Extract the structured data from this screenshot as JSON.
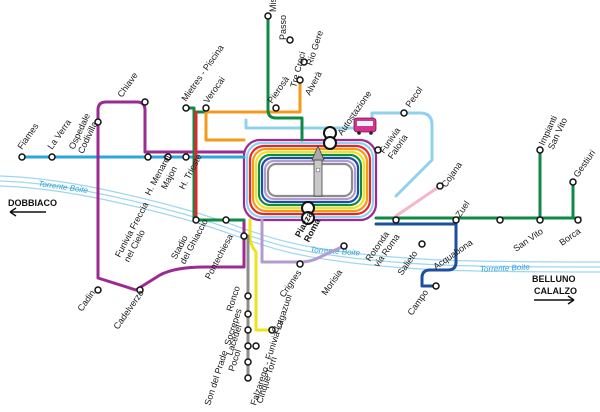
{
  "colors": {
    "cyan": "#2aa7e0",
    "lightblue": "#8fd1ef",
    "purple": "#9b2a91",
    "green": "#0e8a45",
    "red": "#e3262c",
    "orange": "#f39a1c",
    "yellow": "#f2e21c",
    "gray": "#8c8c8c",
    "lavender": "#b39bd0",
    "pink": "#f6b6c8",
    "darkblue": "#1d4fa0",
    "river": "#9fd7ef"
  },
  "rivers": [
    "Torrente Boite",
    "Torrente Boite",
    "Torrente Boite"
  ],
  "directions": {
    "west": "DOBBIACO",
    "east_line1": "BELLUNO",
    "east_line2": "CALALZO"
  },
  "hub_label": [
    "Piazza",
    "Roma"
  ],
  "stops": {
    "fiames": "Fiames",
    "la_verra": "La Verra",
    "ospedale": [
      "Ospedale",
      "Codivilla"
    ],
    "chiave": "Chiave",
    "menardi": "H. Menardi",
    "majon": "Majon",
    "trieste": "H. Trieste",
    "mietres": "Mietres - Piscina",
    "verocai": "Verocai",
    "pierosa": "Pierosà",
    "misurina": "Misurina",
    "passo": "Passo",
    "tre_croci": "Tre Croci",
    "rio_gere": "Rio Gere",
    "alvera": "Alverà",
    "autostazione": "Autostazione",
    "funivia_faloria": [
      "Funivia",
      "Faloria"
    ],
    "pecol": "Pecol",
    "cojana": "Cojana",
    "impianti": [
      "Impianti",
      "San Vito"
    ],
    "gestiuri": "Gestiuri",
    "funivia_freccia": [
      "Funivia Freccia",
      "nel Cielo"
    ],
    "stadio": [
      "Stadio",
      "del Ghiaccio"
    ],
    "pontechiesa": "Pontechiesa",
    "rotonda": [
      "Rotonda",
      "via Roma"
    ],
    "zuel": "Zuel",
    "acquabona": "Acquabona",
    "san_vito": "San Vito",
    "borca": "Borca",
    "salieto": "Salieto",
    "campo": "Campo",
    "crignes": "Crignes",
    "morisia": "Morisia",
    "cadin": "Cadin",
    "cadelverzo": "Cadelverzo",
    "ronco": "Ronco",
    "socrepes": "Socrepes",
    "lacedel": "Lacedel",
    "pocol": "Pocol",
    "son_del_prade": "Son del Prade",
    "cinque_torri": "Cinque Torri",
    "col": "Col",
    "falzarego": "Falzarego - Funivia Lagazuoi"
  }
}
